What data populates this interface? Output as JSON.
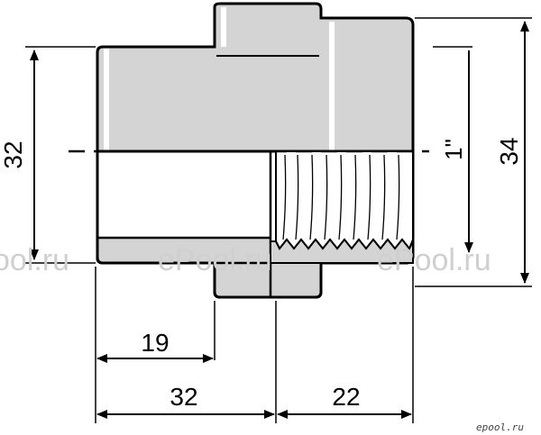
{
  "drawing": {
    "dimensions": {
      "left_outer_diameter": "32",
      "right_outer_diameter": "34",
      "thread_size": "1\"",
      "socket_depth": "19",
      "left_length": "32",
      "right_length": "22"
    },
    "watermark": {
      "main_text": "ePool.ru",
      "partial_left": "ool.ru",
      "corner_text": "epool.ru"
    },
    "colors": {
      "body_fill": "#d4d4d4",
      "outline": "#000000",
      "thread_fill": "#ffffff",
      "background": "#ffffff"
    }
  }
}
